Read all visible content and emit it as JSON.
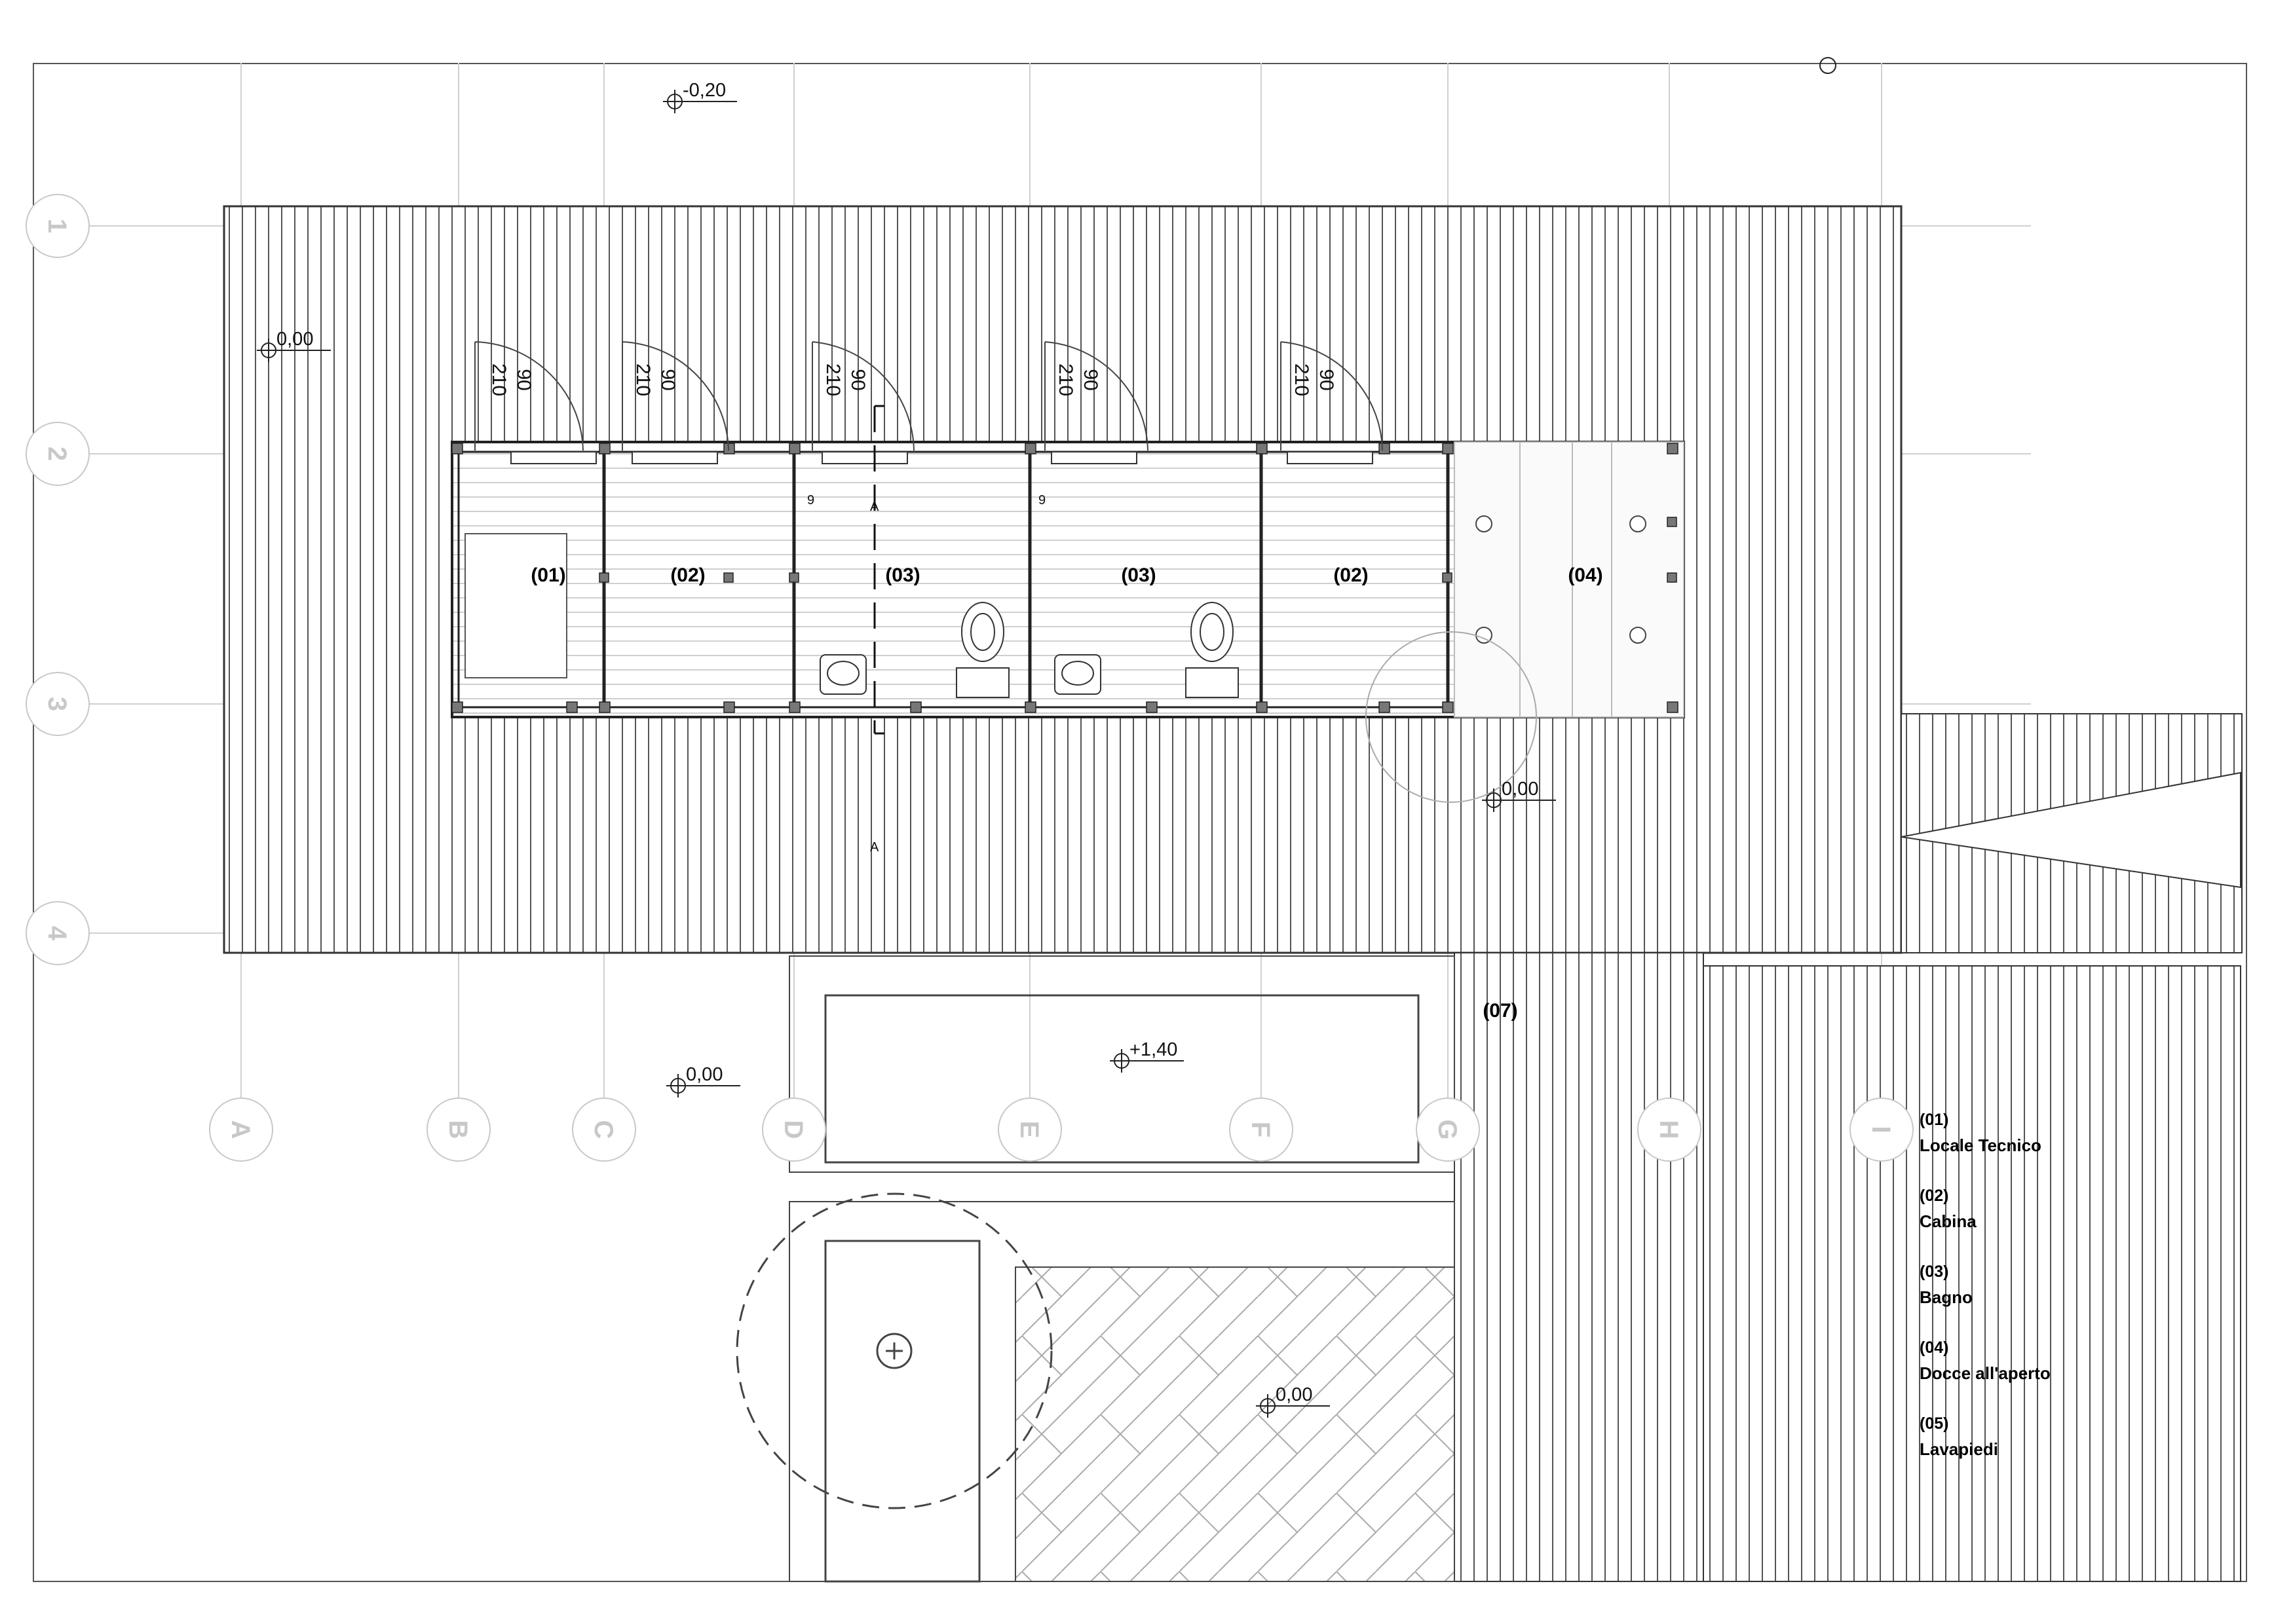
{
  "grid_axes": {
    "rows": [
      "1",
      "2",
      "3",
      "4"
    ],
    "columns": [
      "A",
      "B",
      "C",
      "D",
      "E",
      "F",
      "G",
      "H",
      "I"
    ]
  },
  "rooms": [
    {
      "code": "(01)"
    },
    {
      "code": "(02)"
    },
    {
      "code": "(03)"
    },
    {
      "code": "(03)"
    },
    {
      "code": "(02)"
    },
    {
      "code": "(04)"
    }
  ],
  "extra_label": "(07)",
  "doors": [
    {
      "width": "90",
      "height": "210"
    },
    {
      "width": "90",
      "height": "210"
    },
    {
      "width": "90",
      "height": "210"
    },
    {
      "width": "90",
      "height": "210"
    },
    {
      "width": "90",
      "height": "210"
    }
  ],
  "elevations": [
    "-0,20",
    "0,00",
    "0,00",
    "+1,40",
    "0,00",
    "0,00"
  ],
  "section_marks": [
    "A",
    "A",
    "9",
    "9"
  ],
  "legend": [
    {
      "code": "(01)",
      "name": "Locale Tecnico"
    },
    {
      "code": "(02)",
      "name": "Cabina"
    },
    {
      "code": "(03)",
      "name": "Bagno"
    },
    {
      "code": "(04)",
      "name": "Docce all'aperto"
    },
    {
      "code": "(05)",
      "name": "Lavapiedi"
    }
  ],
  "colors": {
    "line": "#222222",
    "grid": "#c8c8c8",
    "hatch": "#333333"
  }
}
